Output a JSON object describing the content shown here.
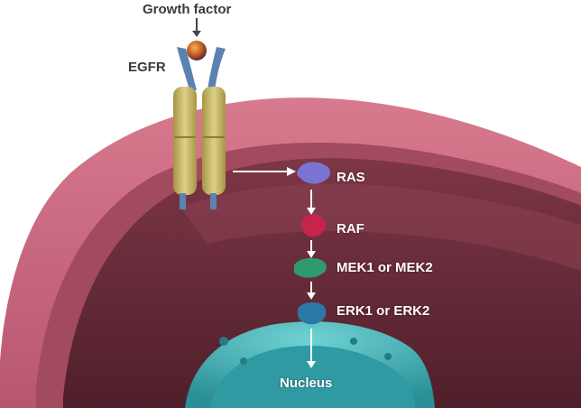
{
  "labels": {
    "growth_factor": "Growth factor",
    "egfr": "EGFR",
    "ras": "RAS",
    "raf": "RAF",
    "mek": "MEK1 or MEK2",
    "erk": "ERK1 or ERK2",
    "nucleus": "Nucleus"
  },
  "colors": {
    "membrane_outer": "#c9697d",
    "membrane_inner": "#6e2f3c",
    "cytoplasm": "#5a2631",
    "nucleus": "#3fb4b8",
    "receptor_body": "#c8b866",
    "receptor_arm": "#5b82b0",
    "ligand": "#d27a2a",
    "ras": "#7b73d4",
    "raf": "#c8234c",
    "mek": "#2f9a6e",
    "erk": "#2a78a6",
    "arrow": "#ffffff",
    "arrow_dark": "#444444"
  }
}
